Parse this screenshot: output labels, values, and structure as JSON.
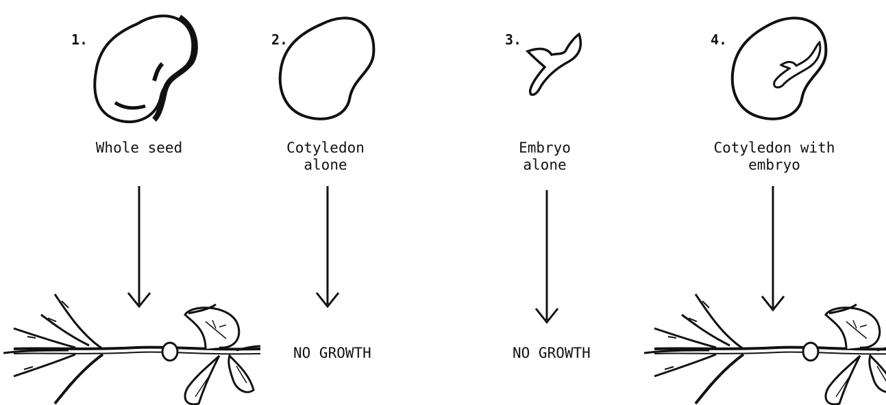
{
  "panels": [
    {
      "number": "1.",
      "label_lines": [
        "Whole seed"
      ],
      "result": "plant"
    },
    {
      "number": "2.",
      "label_lines": [
        "Cotyledon",
        "alone"
      ],
      "result": "NO GROWTH"
    },
    {
      "number": "3.",
      "label_lines": [
        "Embryo",
        "alone"
      ],
      "result": "NO GROWTH"
    },
    {
      "number": "4.",
      "label_lines": [
        "Cotyledon with",
        "embryo"
      ],
      "result": "plant"
    }
  ],
  "colors": {
    "ink": "#111111",
    "background": "#ffffff"
  }
}
